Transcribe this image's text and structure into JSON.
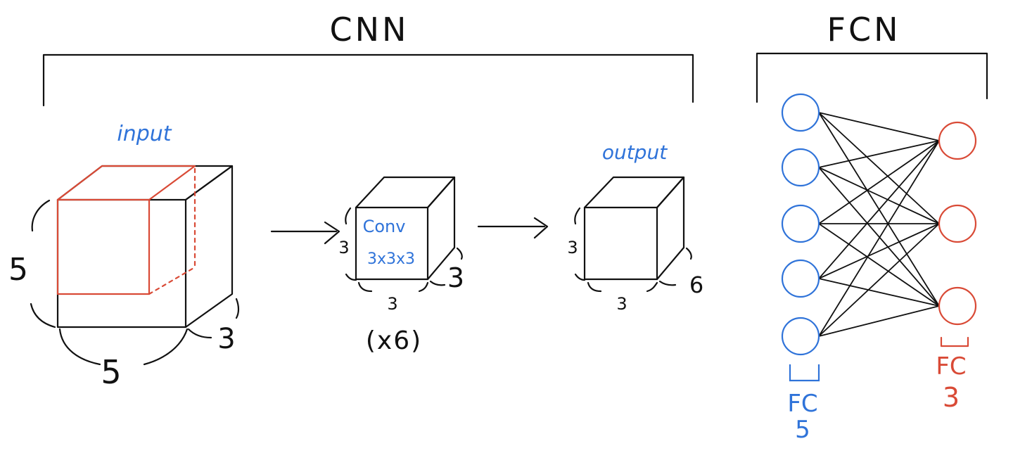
{
  "sections": {
    "cnn_title": "CNN",
    "fcn_title": "FCN"
  },
  "input_block": {
    "label": "input",
    "height_label": "5",
    "width_label": "5",
    "depth_label": "3"
  },
  "conv_block": {
    "name": "Conv",
    "size": "3x3x3",
    "height_label": "3",
    "width_label": "3",
    "depth_label": "3",
    "count_label": "(x6)"
  },
  "output_block": {
    "label": "output",
    "height_label": "3",
    "width_label": "3",
    "depth_label": "6"
  },
  "fcn": {
    "layer1_name": "FC",
    "layer1_size": "5",
    "layer2_name": "FC",
    "layer2_size": "3",
    "layer1_nodes": 5,
    "layer2_nodes": 3
  },
  "colors": {
    "ink": "#111111",
    "blue": "#2f73d9",
    "red": "#d94a36"
  }
}
